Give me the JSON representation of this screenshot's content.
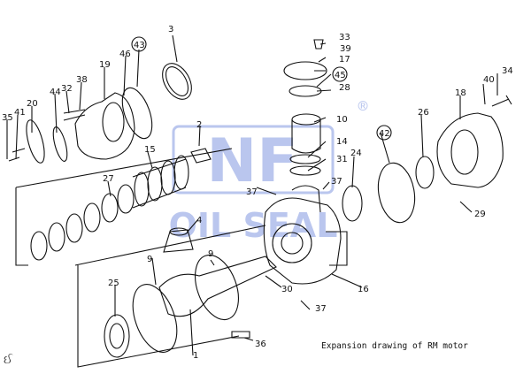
{
  "caption": "Expansion drawing of RM motor",
  "watermark": {
    "main": "NF",
    "sub": "OIL SEAL",
    "registered": "®",
    "color": "#3b5fd0"
  },
  "corner_mark": "ઈ",
  "labels": [
    "1",
    "2",
    "3",
    "4",
    "9",
    "9",
    "10",
    "14",
    "15",
    "16",
    "17",
    "18",
    "19",
    "20",
    "24",
    "25",
    "26",
    "27",
    "28",
    "29",
    "30",
    "31",
    "32",
    "33",
    "34",
    "35",
    "36",
    "37",
    "37",
    "37",
    "38",
    "39",
    "40",
    "41",
    "42",
    "43",
    "44",
    "45",
    "46"
  ]
}
